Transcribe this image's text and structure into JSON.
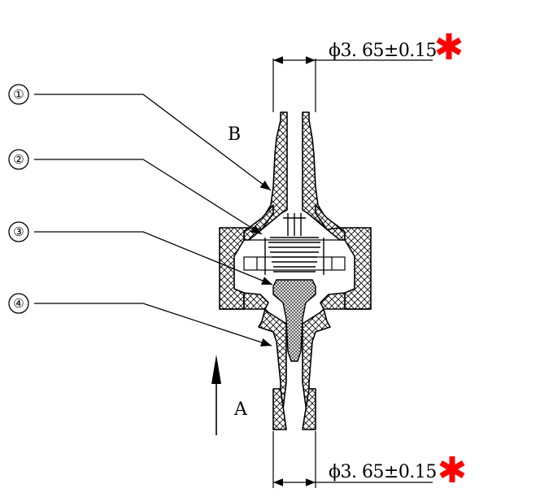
{
  "callouts": [
    {
      "number": "①"
    },
    {
      "number": "②"
    },
    {
      "number": "③"
    },
    {
      "number": "④"
    }
  ],
  "dimensions": {
    "top": "ϕ3. 65±0.15",
    "bottom": "ϕ3. 65±0.15"
  },
  "flow": {
    "inlet_label": "A",
    "outlet_label": "B"
  },
  "colors": {
    "line": "#000000",
    "critical_mark": "#ff0000"
  },
  "icons": {
    "critical": "red-asterisk-icon",
    "flow": "up-arrow-icon"
  }
}
